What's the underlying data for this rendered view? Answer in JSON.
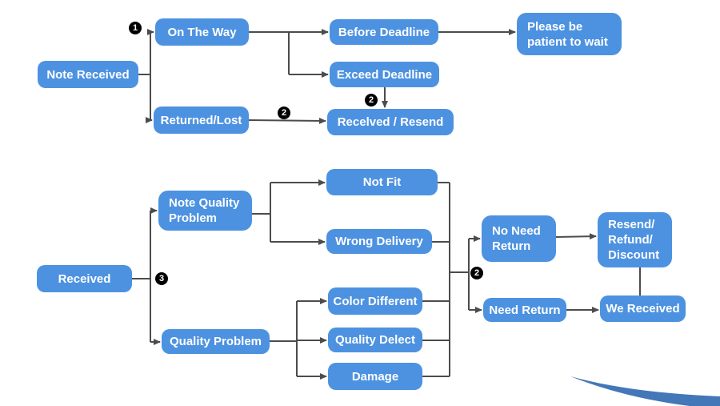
{
  "nodes": {
    "note_received": "Note Received",
    "on_the_way": "On The Way",
    "returned_lost": "Returned/Lost",
    "before_deadline": "Before Deadline",
    "exceed_deadline": "Exceed Deadline",
    "received_resend": "Recelved / Resend",
    "please_wait": "Please be\npatient to wait",
    "received": "Received",
    "note_quality_problem": "Note Quality\nProblem",
    "quality_problem": "Quality Problem",
    "not_fit": "Not Fit",
    "wrong_delivery": "Wrong Delivery",
    "color_different": "Color Different",
    "quality_delect": "Quality Delect",
    "damage": "Damage",
    "no_need_return": "No Need\nReturn",
    "need_return": "Need Return",
    "resend_refund_discount": "Resend/\nRefund/\nDiscount",
    "we_received": "We Received"
  },
  "markers": {
    "step1": "1",
    "step2_returned": "2",
    "step2_exceed": "2",
    "step3": "3",
    "step2_return": "2"
  },
  "colors": {
    "node_fill": "#4d92e1",
    "node_text": "#ffffff",
    "line_color": "#4c4c4c",
    "marker_bg": "#000000",
    "marker_fg": "#ffffff",
    "swoosh_color": "#4377b8",
    "canvas_bg": "#ffffff"
  }
}
